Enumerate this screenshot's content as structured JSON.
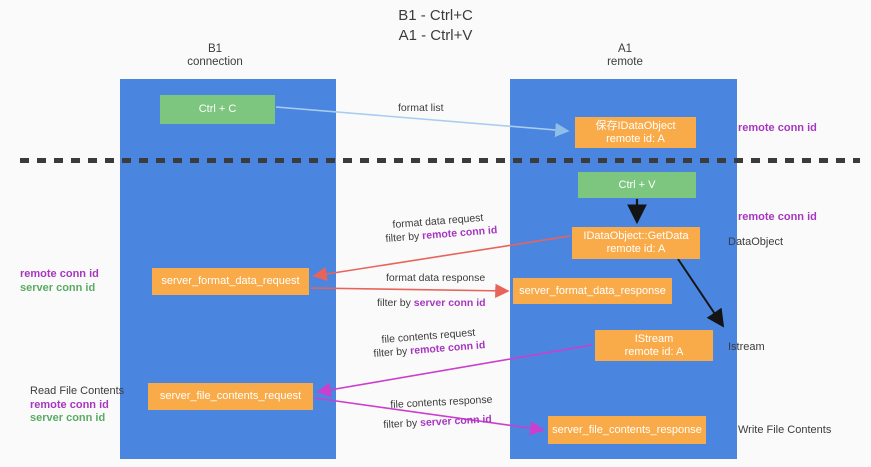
{
  "title": "B1 - Ctrl+C\nA1 - Ctrl+V",
  "columns": {
    "left": {
      "name": "B1",
      "role": "connection",
      "label": "B1\nconnection"
    },
    "right": {
      "name": "A1",
      "role": "remote",
      "label": "A1\nremote"
    }
  },
  "colors": {
    "lane": "#4a85e0",
    "node_green": "#7dc67f",
    "node_orange": "#f9ab49",
    "divider": "#3b3b3b",
    "accent_purple": "#a736c0",
    "accent_green": "#5aab63",
    "arrow_blue": "#a8cdef",
    "arrow_red": "#e8645a",
    "arrow_magenta": "#cc3fcc",
    "arrow_black": "#1a1a1a",
    "page_bg": "#fafafa",
    "text": "#3c3c3c"
  },
  "nodes": {
    "ctrl_c": {
      "label": "Ctrl + C",
      "kind": "green"
    },
    "idataobject": {
      "label": "保存IDataObject\nremote id: A",
      "kind": "orange"
    },
    "ctrl_v": {
      "label": "Ctrl + V",
      "kind": "green"
    },
    "getdata": {
      "label": "IDataObject::GetData\nremote id: A",
      "kind": "orange"
    },
    "server_format_data_request": {
      "label": "server_format_data_request",
      "kind": "orange"
    },
    "server_format_data_response": {
      "label": "server_format_data_response",
      "kind": "orange"
    },
    "istream": {
      "label": "IStream\nremote id: A",
      "kind": "orange"
    },
    "server_file_contents_request": {
      "label": "server_file_contents_request",
      "kind": "orange"
    },
    "server_file_contents_response": {
      "label": "server_file_contents_response",
      "kind": "orange"
    }
  },
  "edge_labels": {
    "format_list": "format list",
    "format_data_request_line1": "format data request",
    "format_data_request_filter_prefix": "filter by ",
    "format_data_request_filter_key": "remote conn id",
    "format_data_response_line1": "format data response",
    "format_data_response_filter_prefix": "filter by ",
    "format_data_response_filter_key": "server conn id",
    "file_contents_request_line1": "file contents request",
    "file_contents_request_filter_prefix": "filter by ",
    "file_contents_request_filter_key": "remote conn id",
    "file_contents_response_line1": "file contents response",
    "file_contents_response_filter_prefix": "filter by ",
    "file_contents_response_filter_key": "server conn id"
  },
  "side_labels": {
    "right_top_remote_conn_id": "remote conn id",
    "right_mid_remote_conn_id": "remote conn id",
    "right_dataobject": "DataObject",
    "right_istream": "Istream",
    "right_write_file_contents": "Write File Contents",
    "left_format_remote_conn_id": "remote conn id",
    "left_format_server_conn_id": "server conn id",
    "left_read_file_contents": "Read File Contents",
    "left_file_remote_conn_id": "remote conn id",
    "left_file_server_conn_id": "server conn id"
  }
}
